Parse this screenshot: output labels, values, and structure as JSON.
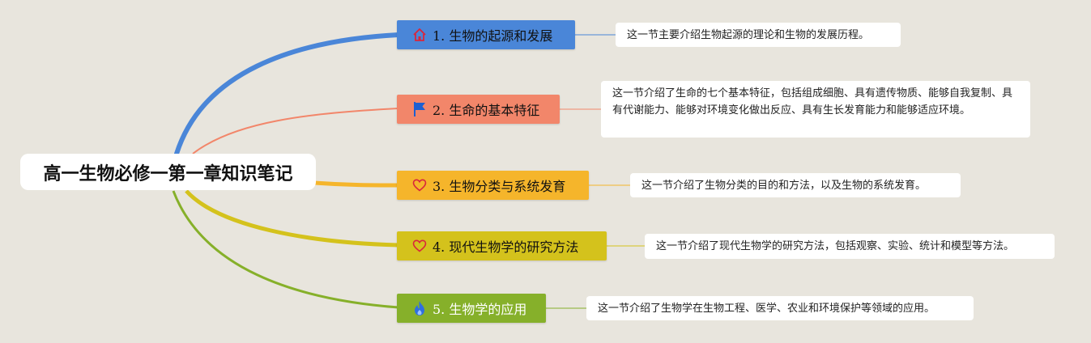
{
  "root": {
    "title": "高一生物必修一第一章知识笔记"
  },
  "branches": [
    {
      "label": "1. 生物的起源和发展",
      "icon": "home-icon",
      "color": "#4a86d8",
      "text_color": "#111111",
      "note": "这一节主要介绍生物起源的理论和生物的发展历程。"
    },
    {
      "label": "2. 生命的基本特征",
      "icon": "flag-icon",
      "color": "#f2866a",
      "text_color": "#111111",
      "note": "这一节介绍了生命的七个基本特征，包括组成细胞、具有遗传物质、能够自我复制、具有代谢能力、能够对环境变化做出反应、具有生长发育能力和能够适应环境。"
    },
    {
      "label": "3. 生物分类与系统发育",
      "icon": "heart-icon",
      "color": "#f5b52b",
      "text_color": "#111111",
      "note": "这一节介绍了生物分类的目的和方法，以及生物的系统发育。"
    },
    {
      "label": "4. 现代生物学的研究方法",
      "icon": "heart-icon",
      "color": "#d4c21c",
      "text_color": "#111111",
      "note": "这一节介绍了现代生物学的研究方法，包括观察、实验、统计和模型等方法。"
    },
    {
      "label": "5. 生物学的应用",
      "icon": "flame-icon",
      "color": "#86b02a",
      "text_color": "#ffffff",
      "note": "这一节介绍了生物学在生物工程、医学、农业和环境保护等领域的应用。"
    }
  ]
}
